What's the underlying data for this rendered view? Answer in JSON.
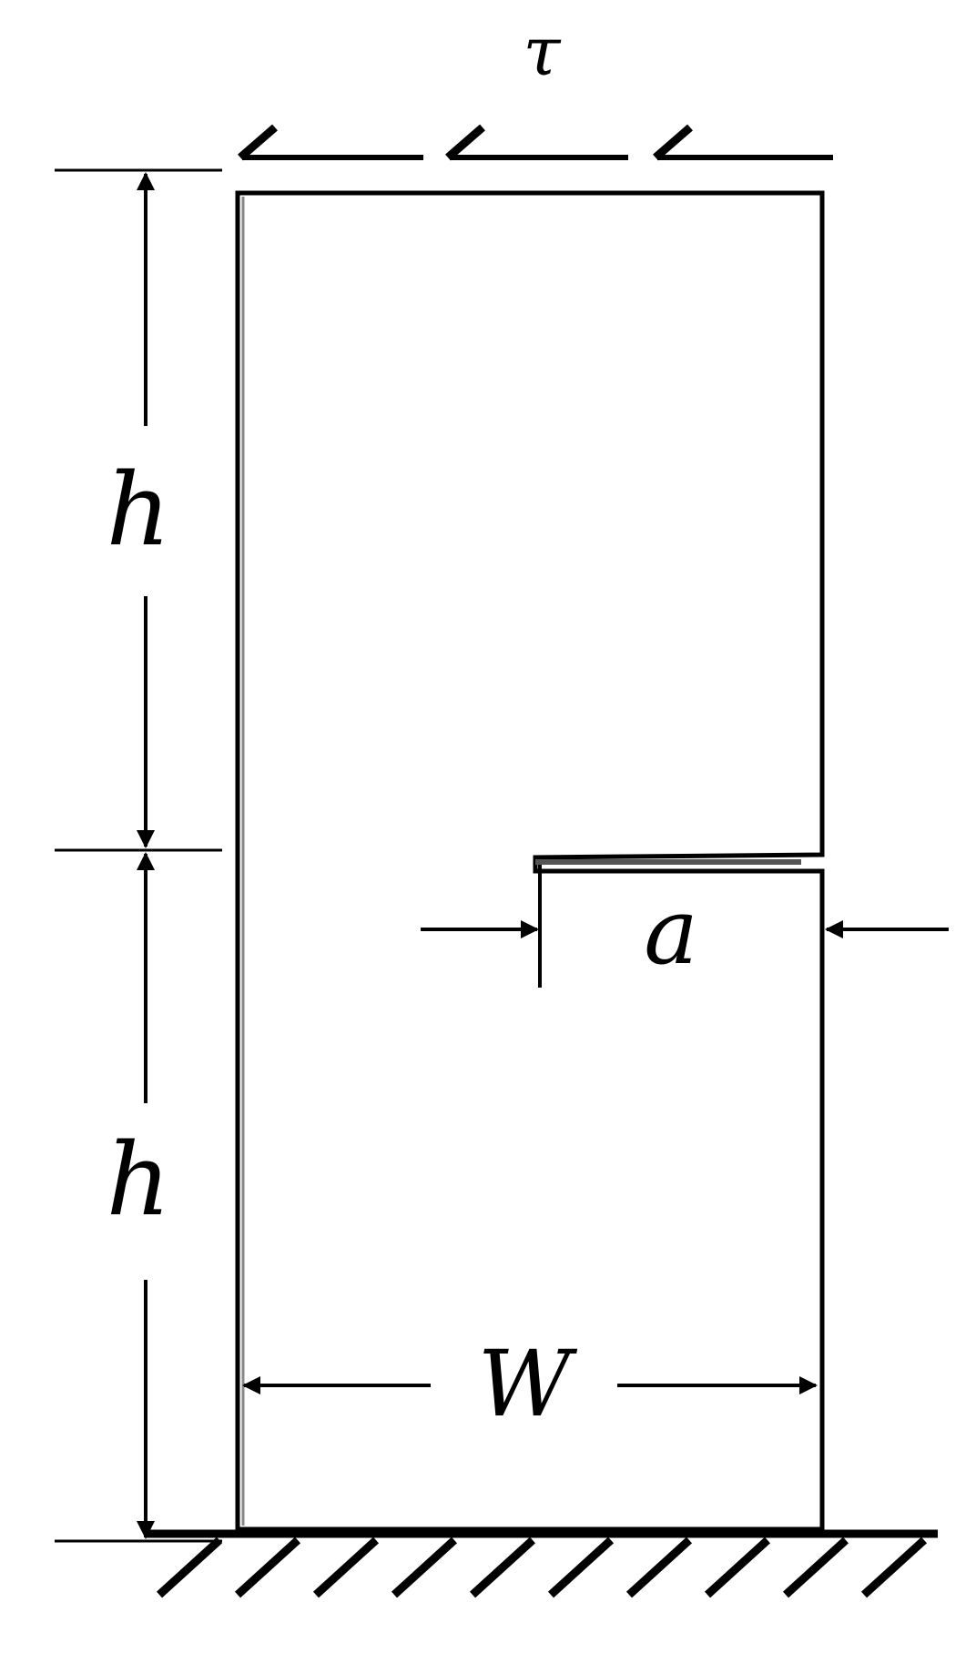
{
  "labels": {
    "load": "τ",
    "height_top": "h",
    "height_bottom": "h",
    "crack_length": "a",
    "width": "W"
  },
  "colors": {
    "ink": "#000000",
    "background": "#ffffff"
  }
}
